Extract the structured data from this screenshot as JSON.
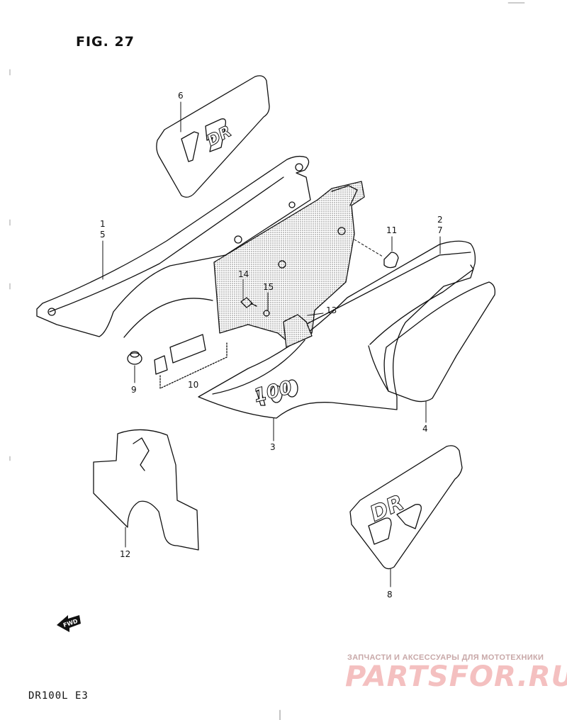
{
  "figure": {
    "title": "FIG. 27"
  },
  "model": {
    "code": "DR100L  E3"
  },
  "watermark": {
    "tagline": "ЗАПЧАСТИ И АКСЕССУАРЫ ДЛЯ МОТОТЕХНИКИ",
    "logo": "PARTSFOR.RU"
  },
  "direction_badge": "FWD",
  "parts": [
    {
      "id": "p6",
      "numbers": [
        "6"
      ]
    },
    {
      "id": "p1",
      "numbers": [
        "1",
        "5"
      ]
    },
    {
      "id": "p2",
      "numbers": [
        "2",
        "7"
      ]
    },
    {
      "id": "p11",
      "numbers": [
        "11"
      ]
    },
    {
      "id": "p14",
      "numbers": [
        "14"
      ]
    },
    {
      "id": "p15",
      "numbers": [
        "15"
      ]
    },
    {
      "id": "p13",
      "numbers": [
        "13"
      ]
    },
    {
      "id": "p9",
      "numbers": [
        "9"
      ]
    },
    {
      "id": "p10",
      "numbers": [
        "10"
      ]
    },
    {
      "id": "p3",
      "numbers": [
        "3"
      ]
    },
    {
      "id": "p4",
      "numbers": [
        "4"
      ]
    },
    {
      "id": "p12",
      "numbers": [
        "12"
      ]
    },
    {
      "id": "p8",
      "numbers": [
        "8"
      ]
    }
  ],
  "decal_text": {
    "top_emblem": "DR",
    "side_number": "100",
    "bottom_emblem": "DR"
  }
}
